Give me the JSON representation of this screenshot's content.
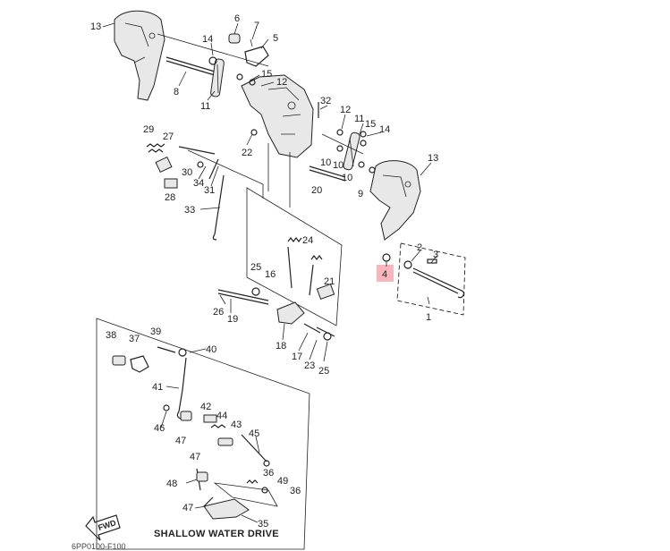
{
  "diagram": {
    "caption": "SHALLOW WATER DRIVE",
    "fwd_label": "FWD",
    "drawing_code": "6PP0100-F100",
    "highlighted_part": "4",
    "colors": {
      "ink": "#222222",
      "highlight": "#f7a8b0",
      "background": "#ffffff"
    },
    "labels": [
      {
        "id": "p13a",
        "text": "13"
      },
      {
        "id": "p6",
        "text": "6"
      },
      {
        "id": "p7",
        "text": "7"
      },
      {
        "id": "p14a",
        "text": "14"
      },
      {
        "id": "p5",
        "text": "5"
      },
      {
        "id": "p15a",
        "text": "15"
      },
      {
        "id": "p12a",
        "text": "12"
      },
      {
        "id": "p8",
        "text": "8"
      },
      {
        "id": "p11a",
        "text": "11"
      },
      {
        "id": "p32",
        "text": "32"
      },
      {
        "id": "p12b",
        "text": "12"
      },
      {
        "id": "p11b",
        "text": "11"
      },
      {
        "id": "p15b",
        "text": "15"
      },
      {
        "id": "p14b",
        "text": "14"
      },
      {
        "id": "p29",
        "text": "29"
      },
      {
        "id": "p27",
        "text": "27"
      },
      {
        "id": "p30",
        "text": "30"
      },
      {
        "id": "p22",
        "text": "22"
      },
      {
        "id": "p10a",
        "text": "10"
      },
      {
        "id": "p10b",
        "text": "10"
      },
      {
        "id": "p10c",
        "text": "10"
      },
      {
        "id": "p9",
        "text": "9"
      },
      {
        "id": "p13b",
        "text": "13"
      },
      {
        "id": "p34",
        "text": "34"
      },
      {
        "id": "p31",
        "text": "31"
      },
      {
        "id": "p28",
        "text": "28"
      },
      {
        "id": "p20",
        "text": "20"
      },
      {
        "id": "p33",
        "text": "33"
      },
      {
        "id": "p24",
        "text": "24"
      },
      {
        "id": "p2",
        "text": "2"
      },
      {
        "id": "p3",
        "text": "3"
      },
      {
        "id": "p4",
        "text": "4"
      },
      {
        "id": "p25a",
        "text": "25"
      },
      {
        "id": "p16",
        "text": "16"
      },
      {
        "id": "p21",
        "text": "21"
      },
      {
        "id": "p26",
        "text": "26"
      },
      {
        "id": "p19",
        "text": "19"
      },
      {
        "id": "p1",
        "text": "1"
      },
      {
        "id": "p18",
        "text": "18"
      },
      {
        "id": "p38",
        "text": "38"
      },
      {
        "id": "p37",
        "text": "37"
      },
      {
        "id": "p39",
        "text": "39"
      },
      {
        "id": "p40",
        "text": "40"
      },
      {
        "id": "p17",
        "text": "17"
      },
      {
        "id": "p23",
        "text": "23"
      },
      {
        "id": "p25b",
        "text": "25"
      },
      {
        "id": "p41",
        "text": "41"
      },
      {
        "id": "p42",
        "text": "42"
      },
      {
        "id": "p44",
        "text": "44"
      },
      {
        "id": "p46",
        "text": "46"
      },
      {
        "id": "p43",
        "text": "43"
      },
      {
        "id": "p47a",
        "text": "47"
      },
      {
        "id": "p45",
        "text": "45"
      },
      {
        "id": "p47b",
        "text": "47"
      },
      {
        "id": "p36a",
        "text": "36"
      },
      {
        "id": "p48",
        "text": "48"
      },
      {
        "id": "p49",
        "text": "49"
      },
      {
        "id": "p36b",
        "text": "36"
      },
      {
        "id": "p47c",
        "text": "47"
      },
      {
        "id": "p35",
        "text": "35"
      }
    ]
  }
}
